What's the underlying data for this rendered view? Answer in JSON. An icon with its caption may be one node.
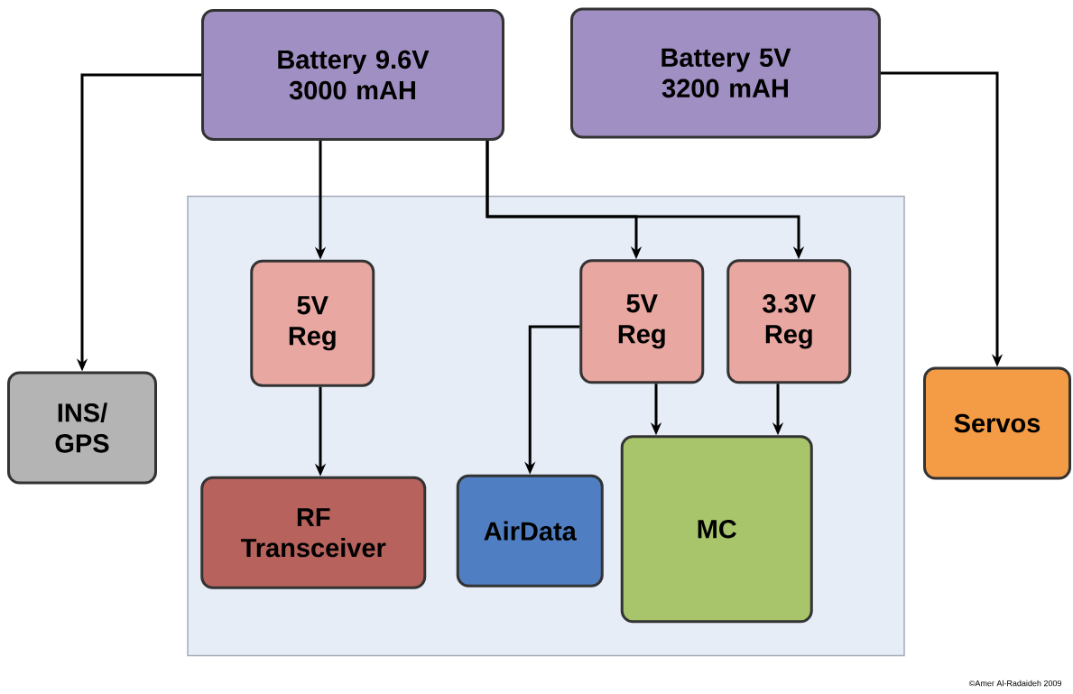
{
  "diagram": {
    "nodes": [
      {
        "text": [
          "Battery 9.6V 3000 mAH"
        ]
      },
      {
        "text": [
          "Battery 5V 3200 mAH"
        ]
      },
      {
        "text": [],
        "shape": "box"
      },
      {
        "text": [
          "5V Reg"
        ],
        "in": 2
      },
      {
        "text": [
          "5V Reg"
        ],
        "in": 2
      },
      {
        "text": [
          "3.3V Reg"
        ],
        "in": 2
      },
      {
        "text": [
          "INS/ GPS"
        ]
      },
      {
        "text": [
          "Servos"
        ]
      },
      {
        "text": [
          "RF Transceiver"
        ],
        "in": 2
      },
      {
        "text": [
          "AirData"
        ],
        "in": 2
      },
      {
        "text": [
          "MC"
        ],
        "in": 2
      }
    ],
    "edges": [
      {
        "from": 0,
        "to": 6,
        "arrow": "to"
      },
      {
        "from": 0,
        "to": 3,
        "arrow": "to"
      },
      {
        "from": 0,
        "to": 4,
        "arrow": "to"
      },
      {
        "from": 0,
        "to": 5,
        "arrow": "to"
      },
      {
        "from": 1,
        "to": 7,
        "arrow": "to"
      },
      {
        "from": 3,
        "to": 8,
        "arrow": "to"
      },
      {
        "from": 4,
        "to": 9,
        "arrow": "to"
      },
      {
        "from": 4,
        "to": 10,
        "arrow": "to"
      },
      {
        "from": 5,
        "to": 10,
        "arrow": "to"
      }
    ],
    "labels": [
      "©Amer Al-Radaideh 2009"
    ]
  }
}
